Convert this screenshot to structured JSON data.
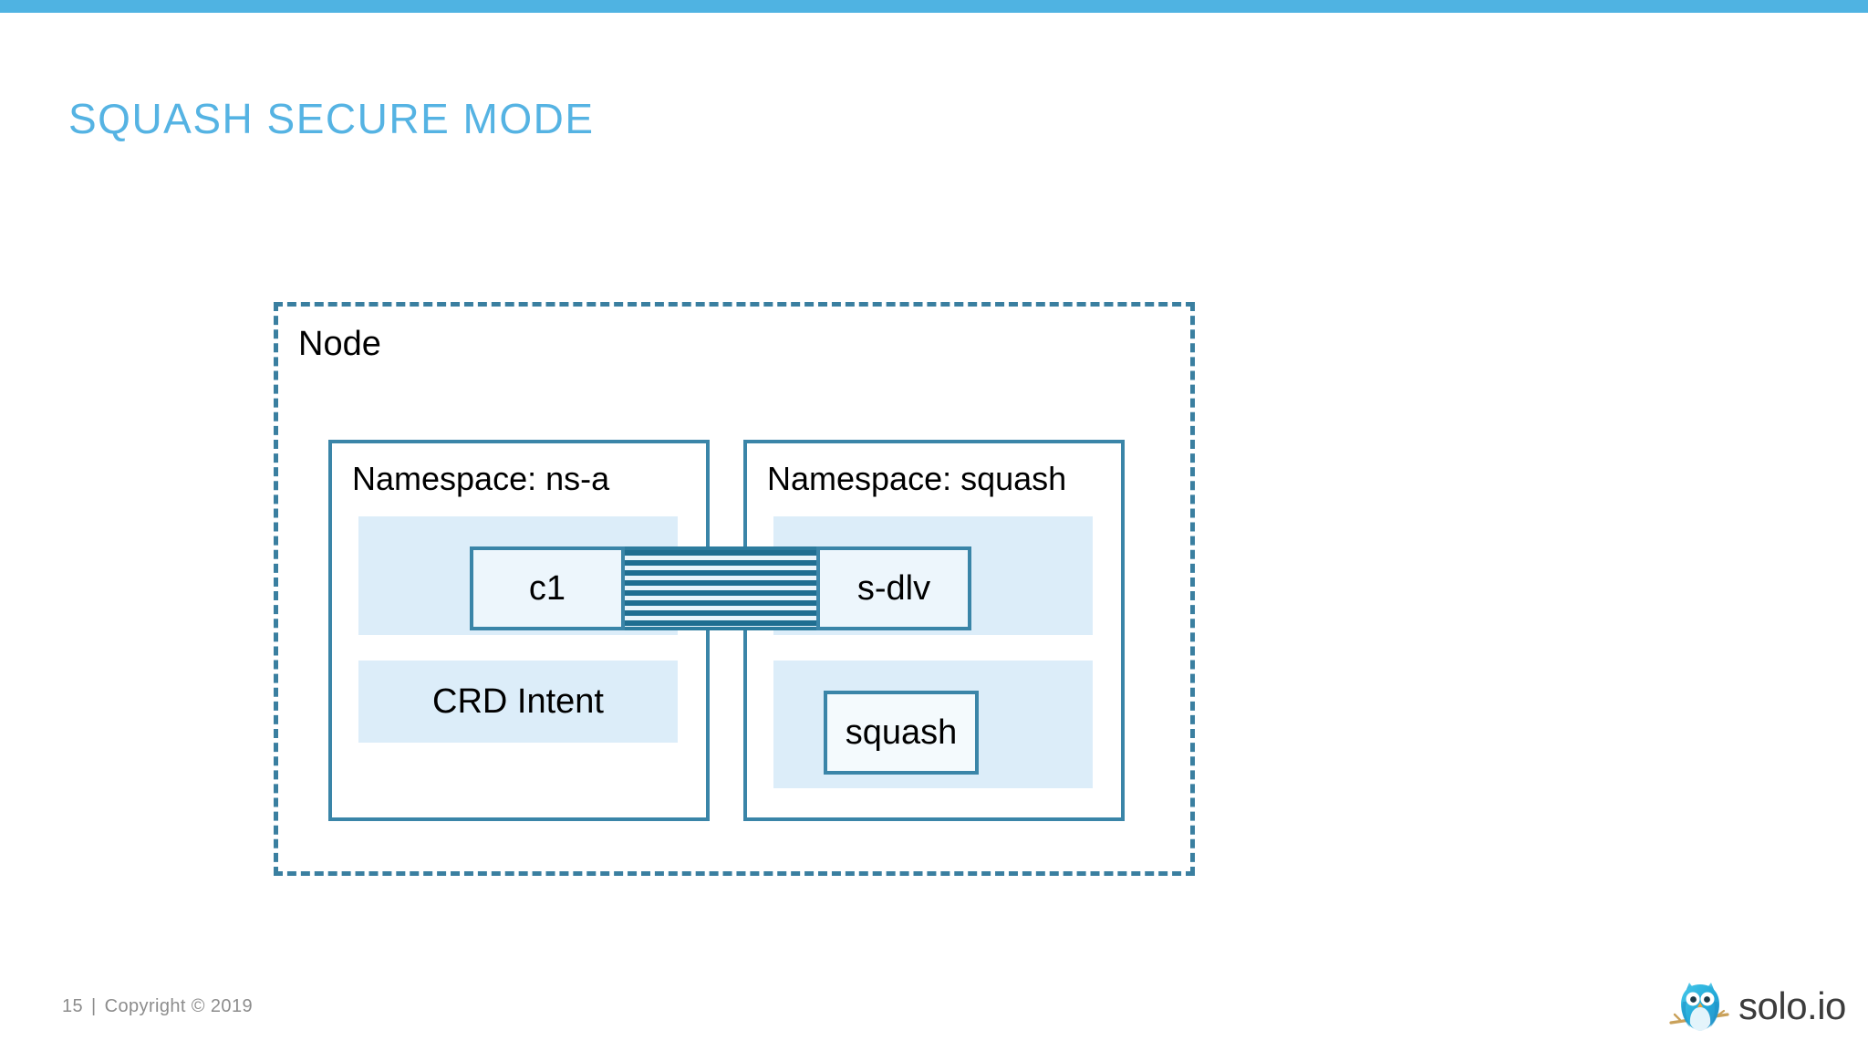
{
  "slide": {
    "title": "SQUASH SECURE MODE",
    "accent_color": "#4FB3E2",
    "title_color": "#55B3E3"
  },
  "diagram": {
    "node": {
      "label": "Node",
      "border_color": "#3A7FA0",
      "border_style": "dashed"
    },
    "namespaces": [
      {
        "label": "Namespace: ns-a",
        "border_color": "#3A85A8",
        "bands": [
          {
            "name": "band-ns-a-top"
          },
          {
            "name": "band-ns-a-bottom"
          }
        ],
        "items": [
          {
            "label": "c1",
            "kind": "pod",
            "bordered": true
          },
          {
            "label": "CRD Intent",
            "kind": "resource",
            "bordered": false
          }
        ]
      },
      {
        "label": "Namespace: squash",
        "border_color": "#3A85A8",
        "bands": [
          {
            "name": "band-sq-top"
          },
          {
            "name": "band-sq-bottom"
          }
        ],
        "items": [
          {
            "label": "s-dlv",
            "kind": "pod",
            "bordered": true
          },
          {
            "label": "squash",
            "kind": "pod",
            "bordered": true
          }
        ]
      }
    ],
    "connector": {
      "from": "c1",
      "to": "s-dlv",
      "style": "striped",
      "stripe_dark": "#1F6E91",
      "stripe_light": "#E8F4FB"
    },
    "band_color": "#DCEDF9",
    "pod_fill": "#EDF6FC"
  },
  "footer": {
    "page_number": "15",
    "separator": "|",
    "copyright": "Copyright © 2019"
  },
  "brand": {
    "wordmark": "solo.io",
    "mark_name": "owl-logo",
    "owl_body_color": "#29B6E0",
    "owl_accent_color": "#1FA4C9",
    "branch_color": "#C9A15A"
  }
}
